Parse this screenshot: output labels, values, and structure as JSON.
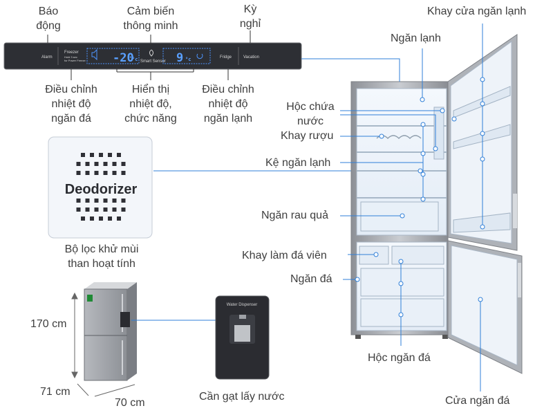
{
  "control_panel": {
    "alarm": "Alarm",
    "freezer": "Freezer",
    "freezer_sub1": "Hold 3 sec",
    "freezer_sub2": "for Power Freeze",
    "freezer_temp": "-20",
    "freezer_unit": "°c",
    "smart_sensor": "Smart Sensor",
    "fridge_temp": "9",
    "fridge_unit": "°c",
    "fridge": "Fridge",
    "vacation": "Vacation"
  },
  "panel_labels": {
    "alarm": [
      "Báo",
      "động"
    ],
    "smart_sensor": [
      "Cảm biến",
      "thông minh"
    ],
    "vacation": [
      "Kỳ",
      "nghỉ"
    ],
    "freezer_adjust": [
      "Điều chỉnh",
      "nhiệt độ",
      "ngăn đá"
    ],
    "display": [
      "Hiển thị",
      "nhiệt độ,",
      "chức năng"
    ],
    "fridge_adjust": [
      "Điều chỉnh",
      "nhiệt độ",
      "ngăn lạnh"
    ]
  },
  "deodorizer": {
    "text": "Deodorizer",
    "caption": [
      "Bộ lọc khử mùi",
      "than hoạt tính"
    ]
  },
  "dimensions": {
    "height": "170 cm",
    "depth": "71 cm",
    "width": "70 cm"
  },
  "dispenser": {
    "header": "Water Dispenser",
    "caption": "Cần gạt lấy nước"
  },
  "fridge_labels": {
    "door_shelf": "Khay cửa ngăn lạnh",
    "fridge_compartment": "Ngăn lạnh",
    "water_tank": [
      "Hộc chứa",
      "nước"
    ],
    "wine_rack": "Khay rượu",
    "shelf": "Kệ ngăn lạnh",
    "crisper": "Ngăn rau quả",
    "ice_tray": "Khay làm đá viên",
    "freezer": "Ngăn đá",
    "freezer_drawer": "Hộc ngăn đá",
    "freezer_door": "Cửa ngăn đá"
  },
  "colors": {
    "panel_bg": "#2d2f34",
    "display_blue": "#4d95ff",
    "fridge_body": "#b9bcc1",
    "interior": "#eef4fb",
    "marker": "#ffffff",
    "line": "#2f7fd8"
  }
}
